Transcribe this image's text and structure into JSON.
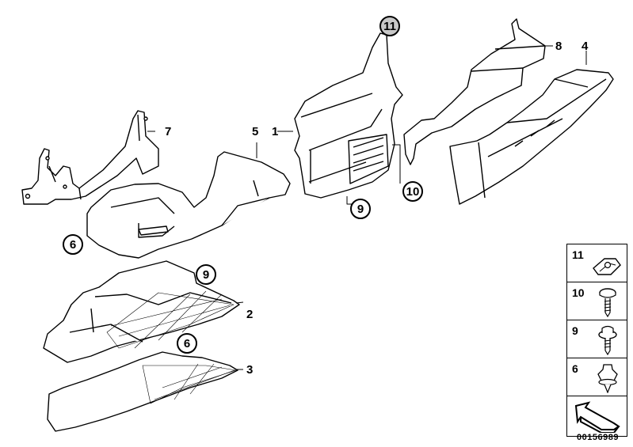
{
  "diagram": {
    "callouts": {
      "p1": "1",
      "p2": "2",
      "p3": "3",
      "p4": "4",
      "p5": "5",
      "p7": "7",
      "p8": "8"
    },
    "circled": {
      "c11_top": "11",
      "c10": "10",
      "c9_mid": "9",
      "c6_left": "6",
      "c9_lower": "9",
      "c6_lower": "6"
    },
    "legend": {
      "items": [
        {
          "number": "11",
          "part": "clip-nut"
        },
        {
          "number": "10",
          "part": "screw"
        },
        {
          "number": "9",
          "part": "screw-with-washer"
        },
        {
          "number": "6",
          "part": "expanding-rivet"
        },
        {
          "number": "",
          "part": "direction-arrow"
        }
      ]
    },
    "diagram_id": "00156989",
    "colors": {
      "line": "#000000",
      "highlight": "#c8c8c8",
      "background": "#ffffff"
    }
  }
}
